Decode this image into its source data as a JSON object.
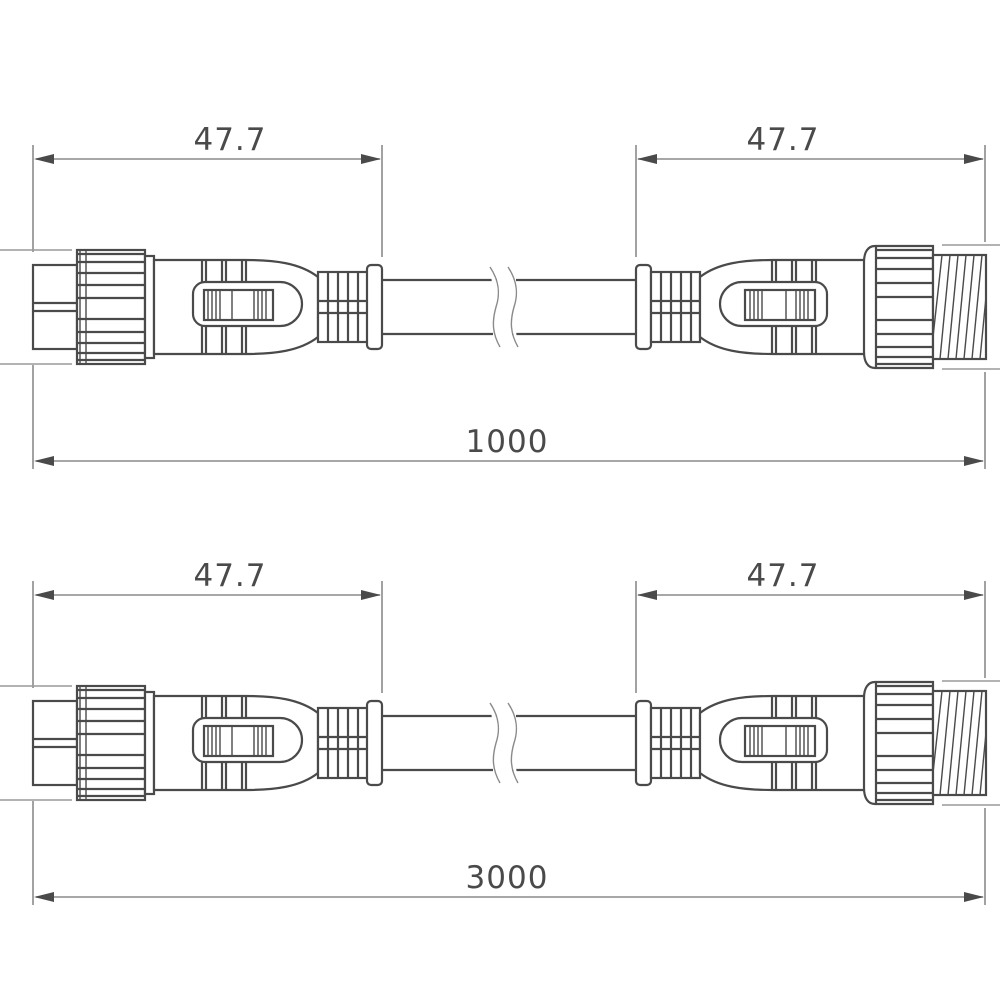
{
  "diagram": {
    "title": "",
    "colors": {
      "line": "#4a4a4a",
      "dimension": "#8a8a8a",
      "background": "#ffffff"
    },
    "drawings": [
      {
        "id": "cable-1000",
        "left_connector_dimension": "47.7",
        "right_connector_dimension": "47.7",
        "total_length": "1000",
        "left_connector": "female-connector",
        "right_connector": "male-threaded-connector",
        "cable_break": true
      },
      {
        "id": "cable-3000",
        "left_connector_dimension": "47.7",
        "right_connector_dimension": "47.7",
        "total_length": "3000",
        "left_connector": "female-connector",
        "right_connector": "male-threaded-connector",
        "cable_break": true
      }
    ]
  }
}
